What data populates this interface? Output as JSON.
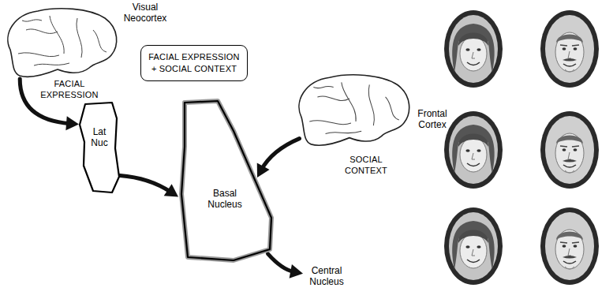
{
  "diagram": {
    "nodes": [
      {
        "text": [
          "Visual Neocortex"
        ]
      },
      {
        "text": [
          "Lat Nuc"
        ]
      },
      {
        "text": [
          "FACIAL EXPRESSION + SOCIAL CONTEXT"
        ]
      },
      {
        "text": [
          "Basal Nucleus"
        ]
      },
      {
        "text": [
          "Frontal Cortex"
        ]
      },
      {
        "text": [
          "Central Nucleus"
        ]
      }
    ],
    "edges": [
      {
        "from": 0,
        "to": 1,
        "label": "FACIAL EXPRESSION",
        "arrow": "to"
      },
      {
        "from": 1,
        "to": 3,
        "arrow": "to"
      },
      {
        "from": 4,
        "to": 3,
        "label": "SOCIAL CONTEXT",
        "arrow": "to"
      },
      {
        "from": 3,
        "to": 5,
        "arrow": "to"
      }
    ]
  }
}
